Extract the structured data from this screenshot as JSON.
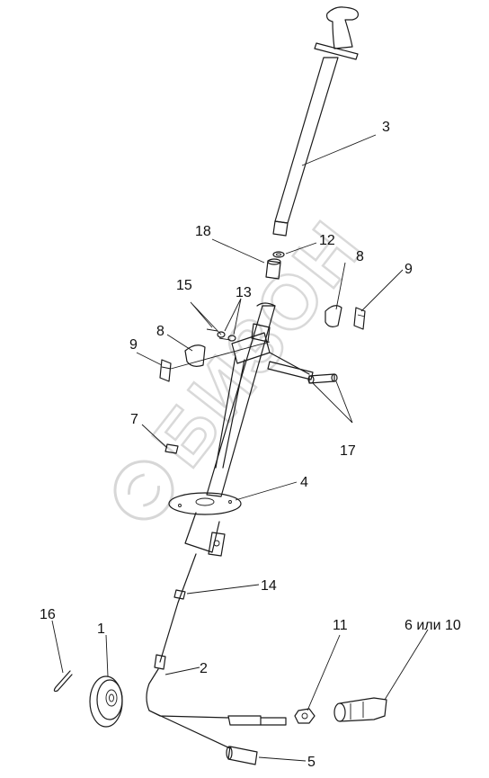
{
  "labels": {
    "p1": "1",
    "p2": "2",
    "p3": "3",
    "p4": "4",
    "p5": "5",
    "p6_10": "6 или 10",
    "p7": "7",
    "p8a": "8",
    "p8b": "8",
    "p9a": "9",
    "p9b": "9",
    "p11": "11",
    "p12": "12",
    "p13": "13",
    "p14": "14",
    "p15": "15",
    "p16": "16",
    "p17": "17",
    "p18": "18"
  },
  "watermark": {
    "text": "БИЗОН"
  }
}
